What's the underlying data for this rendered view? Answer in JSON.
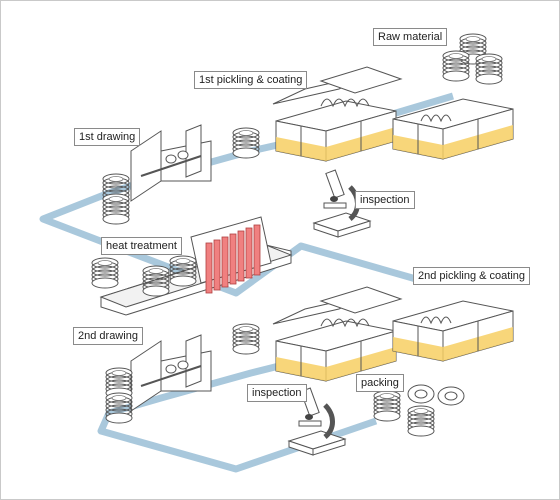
{
  "labels": {
    "raw_material": "Raw material",
    "pickling_1": "1st pickling & coating",
    "drawing_1": "1st drawing",
    "inspection_1": "inspection",
    "heat_treatment": "heat treatment",
    "pickling_2": "2nd pickling & coating",
    "drawing_2": "2nd drawing",
    "inspection_2": "inspection",
    "packing": "packing"
  },
  "colors": {
    "flow_line": "#a9c8dc",
    "bath_liquid": "#f7cf63",
    "furnace_tubes": "#f08080",
    "outline": "#555555"
  }
}
